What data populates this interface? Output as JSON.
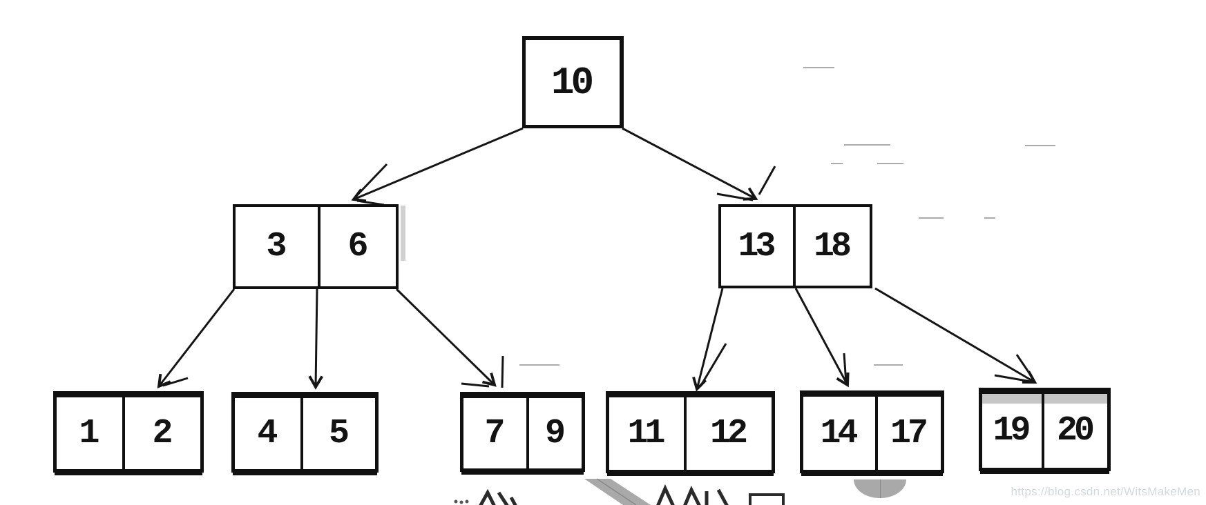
{
  "tree": {
    "root": {
      "keys": [
        "10"
      ]
    },
    "internal": [
      {
        "keys": [
          "3",
          "6"
        ]
      },
      {
        "keys": [
          "13",
          "18"
        ]
      }
    ],
    "leaves": [
      {
        "keys": [
          "1",
          "2"
        ]
      },
      {
        "keys": [
          "4",
          "5"
        ]
      },
      {
        "keys": [
          "7",
          "9"
        ]
      },
      {
        "keys": [
          "11",
          "12"
        ]
      },
      {
        "keys": [
          "14",
          "17"
        ]
      },
      {
        "keys": [
          "19",
          "20"
        ]
      }
    ],
    "edges": [
      [
        "root",
        "internal-3-6"
      ],
      [
        "root",
        "internal-13-18"
      ],
      [
        "internal-3-6",
        "leaf-1-2"
      ],
      [
        "internal-3-6",
        "leaf-4-5"
      ],
      [
        "internal-3-6",
        "leaf-7-9"
      ],
      [
        "internal-13-18",
        "leaf-11-12"
      ],
      [
        "internal-13-18",
        "leaf-14-17"
      ],
      [
        "internal-13-18",
        "leaf-19-20"
      ]
    ]
  },
  "watermark": {
    "text": "https://blog.csdn.net/WitsMakeMen"
  },
  "colors": {
    "ink": "#131313",
    "node_border": "#101010",
    "node_fill": "#ffffff",
    "leaf_19_20_top_band": "#c6c6c6",
    "artifact_gray": "#9c9c9c",
    "watermark_text_gray": "#d3d9dc",
    "watermark_shape_gray": "#a9a9a9"
  }
}
